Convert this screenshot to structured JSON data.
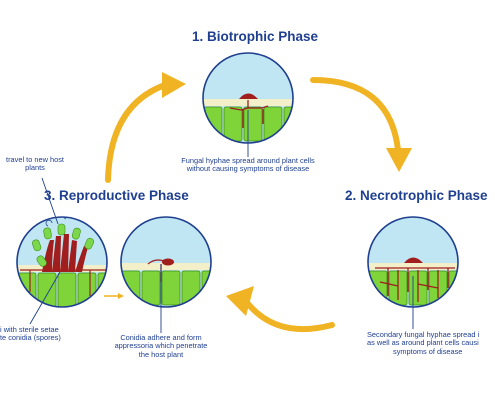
{
  "phases": [
    {
      "title": "1. Biotrophic Phase",
      "caption_line1": "Fungal hyphae spread around plant cells",
      "caption_line2": "without causing symptoms of disease"
    },
    {
      "title": "2. Necrotrophic Phase",
      "caption_line1": "Secondary fungal hyphae spread i",
      "caption_line2": "as well as around plant cells causi",
      "caption_line3": "symptoms of disease"
    },
    {
      "title": "3. Reproductive Phase"
    }
  ],
  "captions": {
    "spores_travel_line1": "travel to new host",
    "spores_travel_line2": "plants",
    "conidiophores_line1": "i with sterile setae",
    "conidiophores_line2": "te conidia (spores)",
    "appressoria_line1": "Conidia adhere and form",
    "appressoria_line2": "appressoria which penetrate",
    "appressoria_line3": "the host plant"
  },
  "colors": {
    "title_text": "#1f3f8f",
    "cycle_arrow": "#f0b323",
    "sky": "#bfe6f2",
    "cell_fill": "#7fd43a",
    "cell_stroke": "#3f8e15",
    "cuticle": "#f2efc9",
    "fungus": "#a01e1e",
    "conidia": "#7cd84b"
  }
}
